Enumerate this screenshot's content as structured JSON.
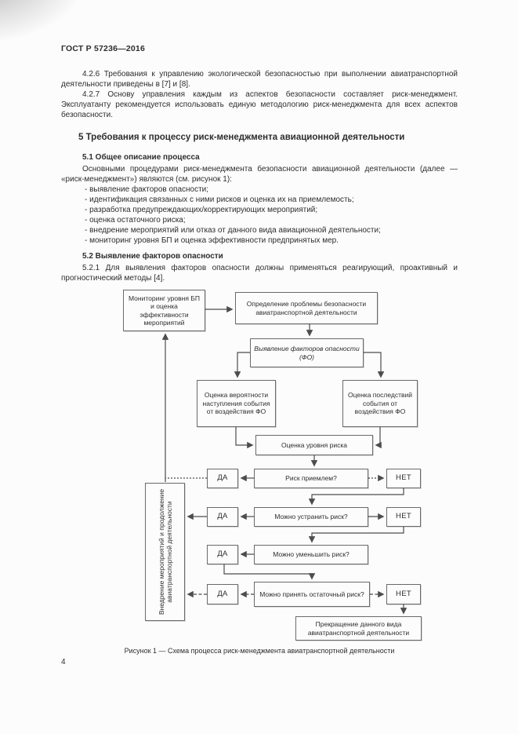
{
  "page": {
    "header": "ГОСТ Р 57236—2016",
    "page_number": "4"
  },
  "paragraphs": {
    "p426": "4.2.6  Требования к управлению экологической безопасностью при выполнении авиатранспортной деятельности приведены в [7] и [8].",
    "p427": "4.2.7  Основу управления каждым из аспектов безопасности составляет риск-менеджмент. Эксплуатанту рекомендуется использовать единую методологию риск-менеджмента для всех аспектов безопасности."
  },
  "section5": {
    "title": "5  Требования к процессу риск-менеджмента авиационной деятельности",
    "s51_title": "5.1  Общее описание процесса",
    "s51_intro": "Основными процедурами риск-менеджмента безопасности авиационной деятельности (далее — «риск-менеджмент») являются (см. рисунок 1):",
    "bullets": [
      "- выявление факторов опасности;",
      "- идентификация связанных с ними рисков и оценка их на приемлемость;",
      "- разработка предупреждающих/корректирующих мероприятий;",
      "- оценка остаточного риска;",
      "- внедрение мероприятий или отказ от данного вида авиационной деятельности;",
      "- мониторинг уровня БП и оценка эффективности предпринятых мер.",
      ""
    ],
    "s52_title": "5.2  Выявление факторов опасности",
    "s521": "5.2.1  Для выявления факторов опасности должны применяться реагирующий, проактивный и прогностический методы [4]."
  },
  "flowchart": {
    "caption": "Рисунок 1 — Схема процесса риск-менеджмента авиатранспортной деятельности",
    "nodes": {
      "monitoring": "Мониторинг уровня БП и оценка эффективности мероприятий",
      "problem": "Определение проблемы безопасности авиатранспортной деятельности",
      "hazard": "Выявление факторов опасности (ФО)",
      "probability": "Оценка вероятности наступления события от воздействия ФО",
      "consequences": "Оценка последствий события от воздействия ФО",
      "risk_level": "Оценка уровня риска",
      "q_acceptable": "Риск приемлем?",
      "q_eliminate": "Можно устранить риск?",
      "q_reduce": "Можно уменьшить риск?",
      "q_residual": "Можно принять остаточный риск?",
      "termination": "Прекращение данного вида авиатранспортной деятельности",
      "implementation": "Внедрение мероприятий и продолжение авиатранспортной деятельности",
      "yes": "ДА",
      "no": "НЕТ"
    }
  }
}
